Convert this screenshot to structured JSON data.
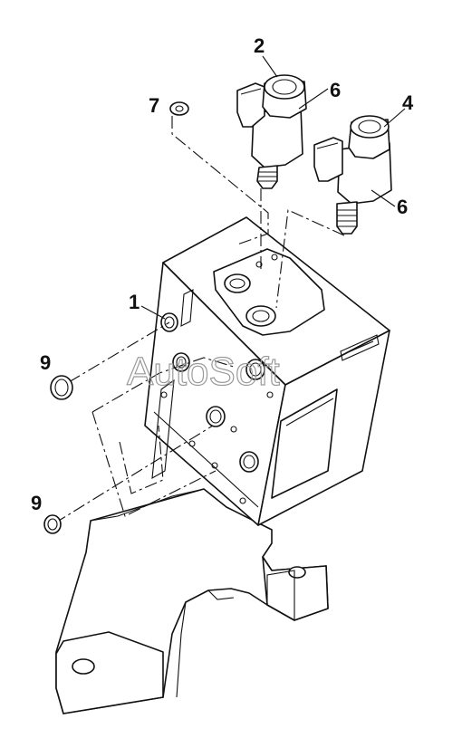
{
  "watermark": "AutoSoft",
  "callouts": {
    "c1": "1",
    "c2": "2",
    "c4": "4",
    "c6a": "6",
    "c6b": "6",
    "c7": "7",
    "c9a": "9",
    "c9b": "9"
  }
}
